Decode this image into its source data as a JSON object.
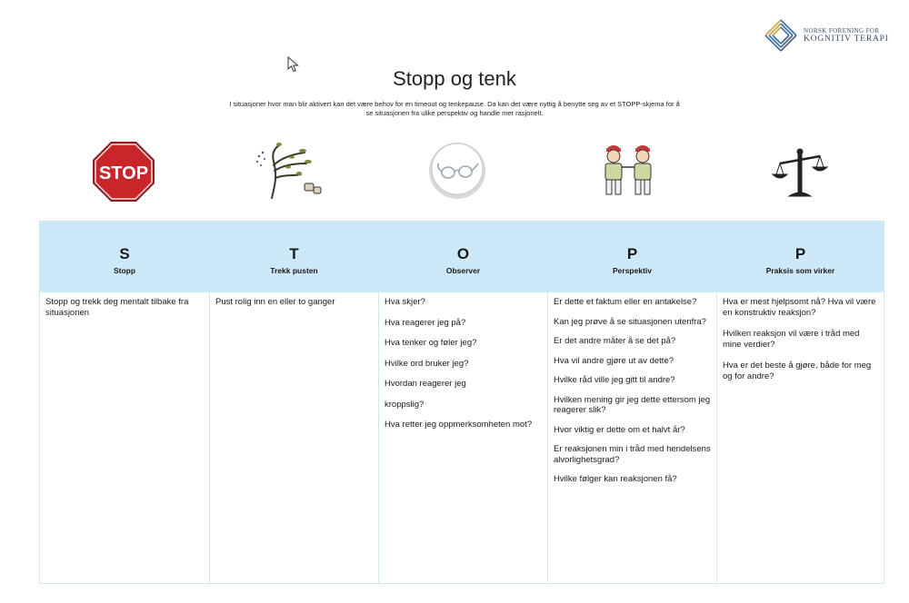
{
  "logo": {
    "line1": "NORSK FORENING FOR",
    "line2": "KOGNITIV TERAPI"
  },
  "title": "Stopp og tenk",
  "intro": "I situasjoner hvor man blir aktivert kan det være behov for en timeout og tenkepause. Da kan det være nyttig å benytte seg av et STOPP-skjema for å se situasjonen fra ulike perspektiv og handle mer rasjonelt.",
  "stop_sign_text": "STOP",
  "icons": [
    "stop-sign-icon",
    "tree-in-wind-icon",
    "glasses-icon",
    "two-people-icon",
    "scales-icon"
  ],
  "colors": {
    "header_bg": "#cde8f8",
    "border": "#cfe6f5",
    "stop_red": "#c8262b",
    "logo_blue": "#3b4a66",
    "logo_gold": "#c9a445"
  },
  "columns": [
    {
      "letter": "S",
      "name": "Stopp",
      "items": [
        "Stopp og trekk deg mentalt tilbake fra situasjonen"
      ]
    },
    {
      "letter": "T",
      "name": "Trekk pusten",
      "items": [
        "Pust rolig inn en eller to ganger"
      ]
    },
    {
      "letter": "O",
      "name": "Observer",
      "items": [
        "Hva skjer?",
        "Hva reagerer jeg på?",
        "Hva tenker og føler jeg?",
        "Hvilke ord bruker jeg?",
        "Hvordan reagerer jeg",
        "kroppslig?",
        "Hva retter jeg oppmerksomheten mot?"
      ]
    },
    {
      "letter": "P",
      "name": "Perspektiv",
      "items": [
        "Er dette et faktum eller en antakelse?",
        "Kan jeg prøve å se situasjonen utenfra?",
        "Er det andre måter å se det på?",
        "Hva vil andre gjøre ut av dette?",
        "Hvilke råd ville jeg gitt til andre?",
        "Hvilken mening gir jeg dette ettersom jeg reagerer slik?",
        "Hvor viktig er dette om et halvt år?",
        "Er reaksjonen min i tråd med hendelsens alvorlighetsgrad?",
        "Hvilke følger kan reaksjonen få?"
      ]
    },
    {
      "letter": "P",
      "name": "Praksis som virker",
      "items": [
        "Hva er mest hjelpsomt nå? Hva vil være en konstruktiv reaksjon?",
        "Hvilken reaksjon vil være i tråd med mine verdier?",
        "Hva er det beste å gjøre, både for meg og for andre?"
      ]
    }
  ]
}
